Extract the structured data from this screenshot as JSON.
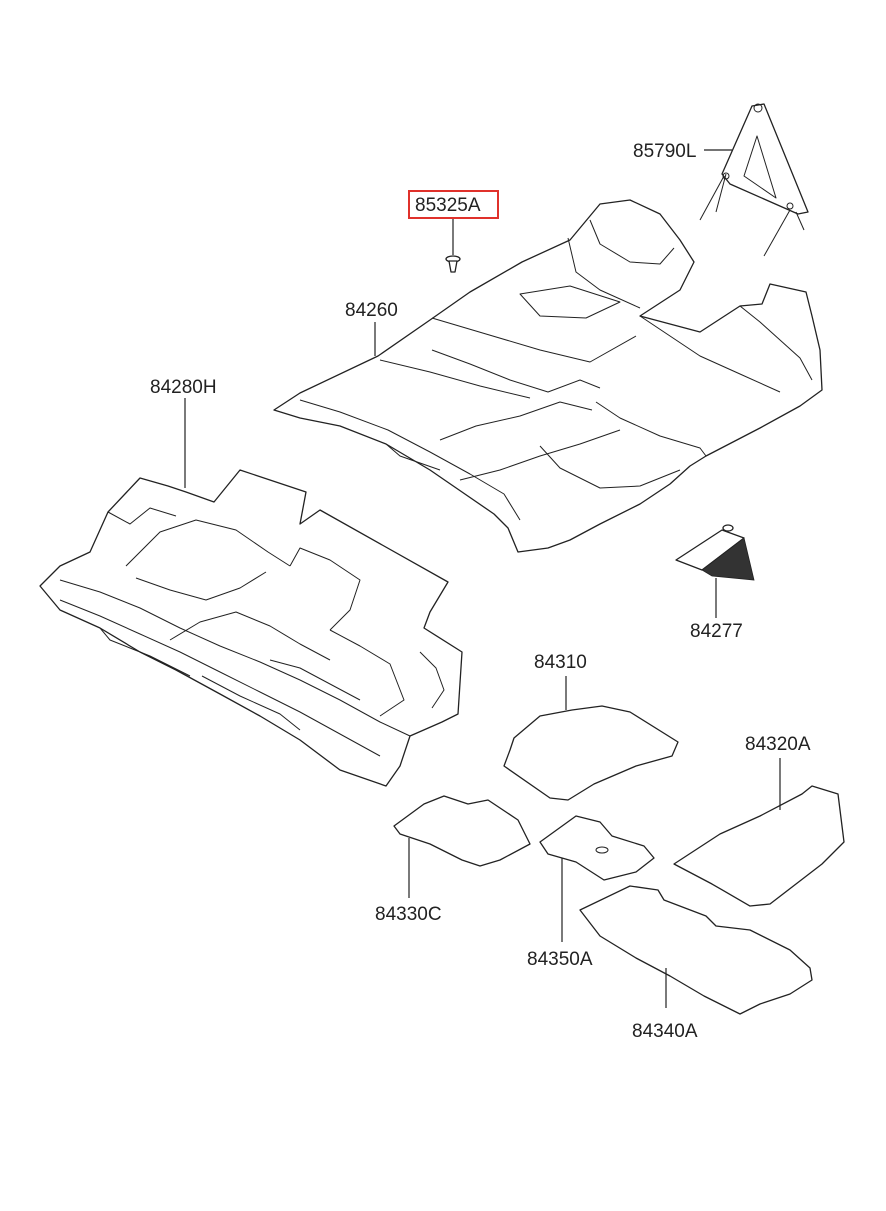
{
  "parts": [
    {
      "id": "p1",
      "label": "85790L"
    },
    {
      "id": "p2",
      "label": "85325A",
      "highlighted": true
    },
    {
      "id": "p3",
      "label": "84260"
    },
    {
      "id": "p4",
      "label": "84280H"
    },
    {
      "id": "p5",
      "label": "84277"
    },
    {
      "id": "p6",
      "label": "84310"
    },
    {
      "id": "p7",
      "label": "84320A"
    },
    {
      "id": "p8",
      "label": "84330C"
    },
    {
      "id": "p9",
      "label": "84350A"
    },
    {
      "id": "p10",
      "label": "84340A"
    }
  ],
  "colors": {
    "highlight": "#e0312b",
    "line": "#222222"
  }
}
